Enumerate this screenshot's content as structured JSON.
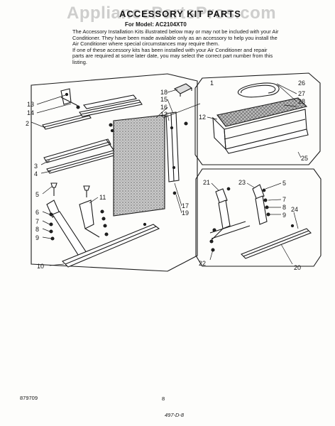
{
  "header": {
    "watermark": "AppliancePartsPros.com",
    "title": "ACCESSORY KIT PARTS",
    "model": "For Model: AC2104XT0"
  },
  "intro": {
    "paragraph_1": "The Accessory Installation Kits illustrated below may or may not be included with your Air Conditioner. They have been made available only as an accessory to help you install the Air Conditioner where special circumstances may require them.",
    "paragraph_2": "If one of these accessory kits has been installed with your Air Conditioner and repair parts are required at some later date, you may select the correct part number from this listing."
  },
  "callouts": {
    "c1": "1",
    "c2": "2",
    "c3": "3",
    "c4": "4",
    "c5a": "5",
    "c6": "6",
    "c7a": "7",
    "c8a": "8",
    "c9a": "9",
    "c10": "10",
    "c11": "11",
    "c12a": "12",
    "c13": "13",
    "c14": "14",
    "c15": "15",
    "c16": "16",
    "c17": "17",
    "c18": "18",
    "c19": "19",
    "c12b": "12",
    "c25": "25",
    "c26": "26",
    "c27": "27",
    "c28": "28",
    "c21": "21",
    "c23": "23",
    "c5b": "5",
    "c7b": "7",
    "c8b": "8",
    "c9b": "9",
    "c22": "22",
    "c24": "24",
    "c20": "20"
  },
  "footer": {
    "doc_number": "879709",
    "page_number": "8",
    "date_code": "497-D-8"
  }
}
